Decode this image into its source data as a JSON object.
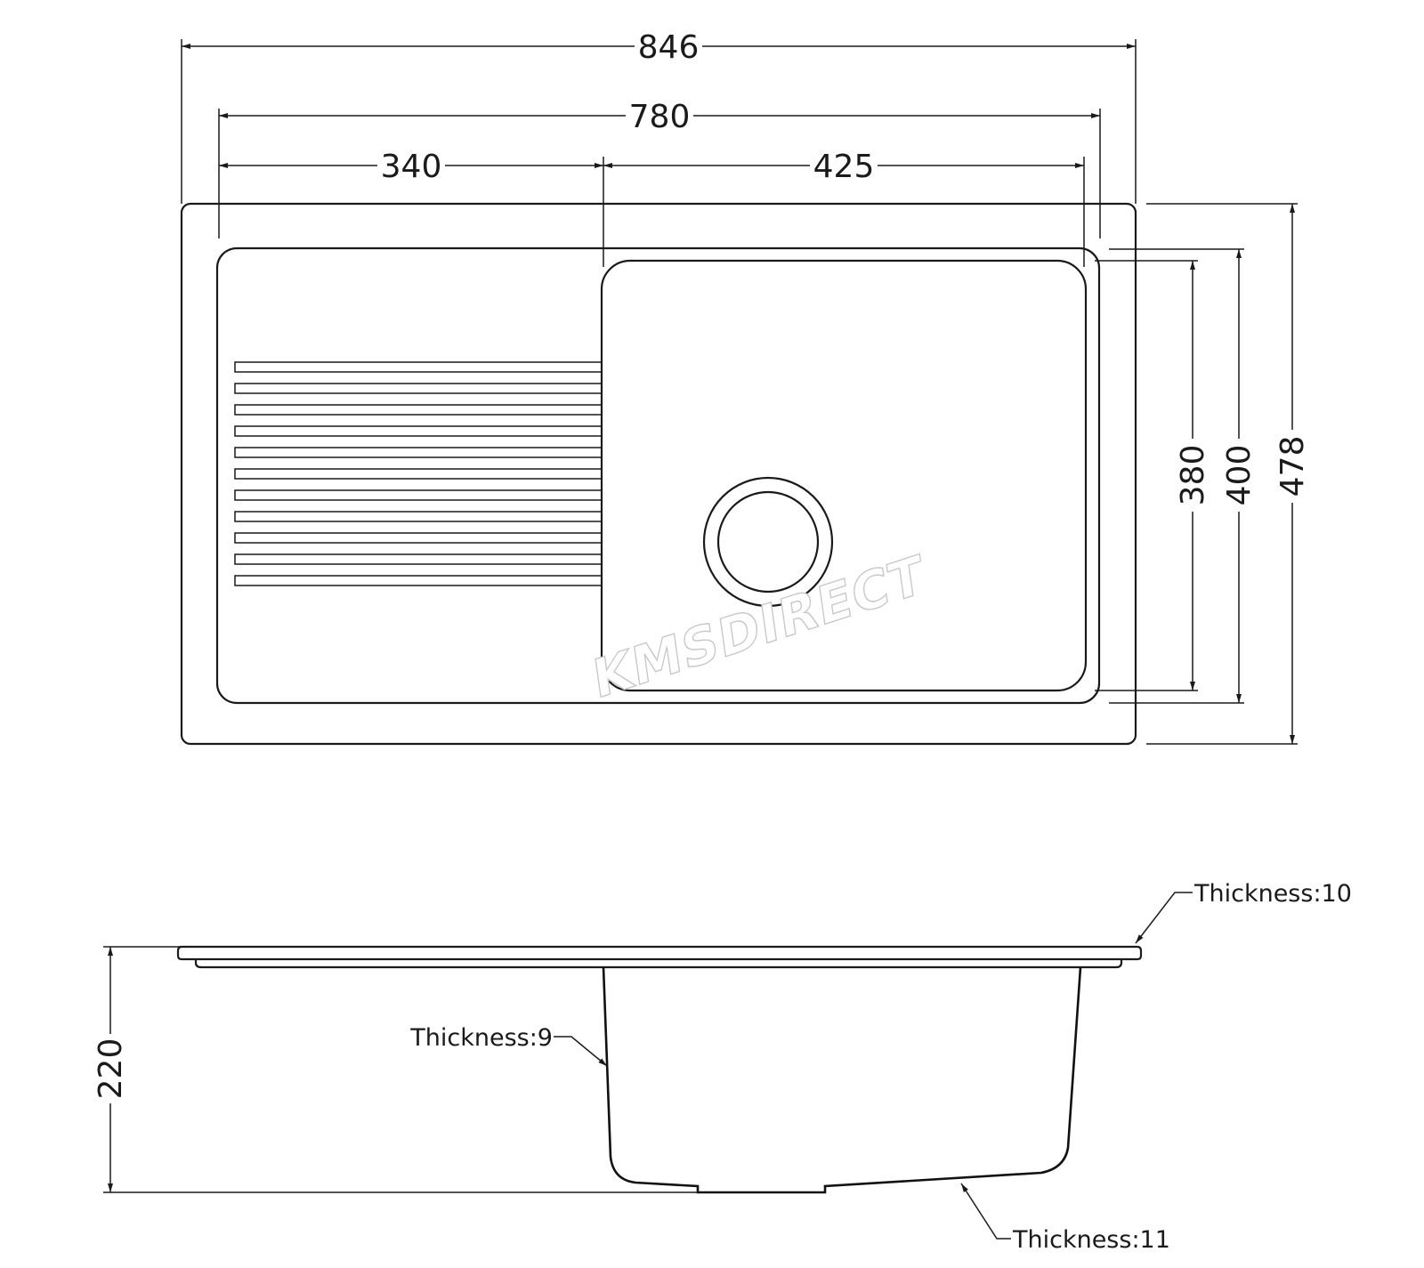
{
  "dimensions": {
    "overall_width": "846",
    "bowl_group_width": "780",
    "drainer_width": "340",
    "bowl_width": "425",
    "bowl_depth_inner": "380",
    "bowl_depth_outer": "400",
    "overall_depth": "478",
    "height": "220"
  },
  "notes": {
    "flange_thickness": "Thickness:10",
    "wall_thickness": "Thickness:9",
    "base_thickness": "Thickness:11"
  },
  "watermark": "KMSDIRECT",
  "colors": {
    "line": "#1a1a1a",
    "background": "#ffffff",
    "watermark_outline": "#c9c9c9"
  }
}
